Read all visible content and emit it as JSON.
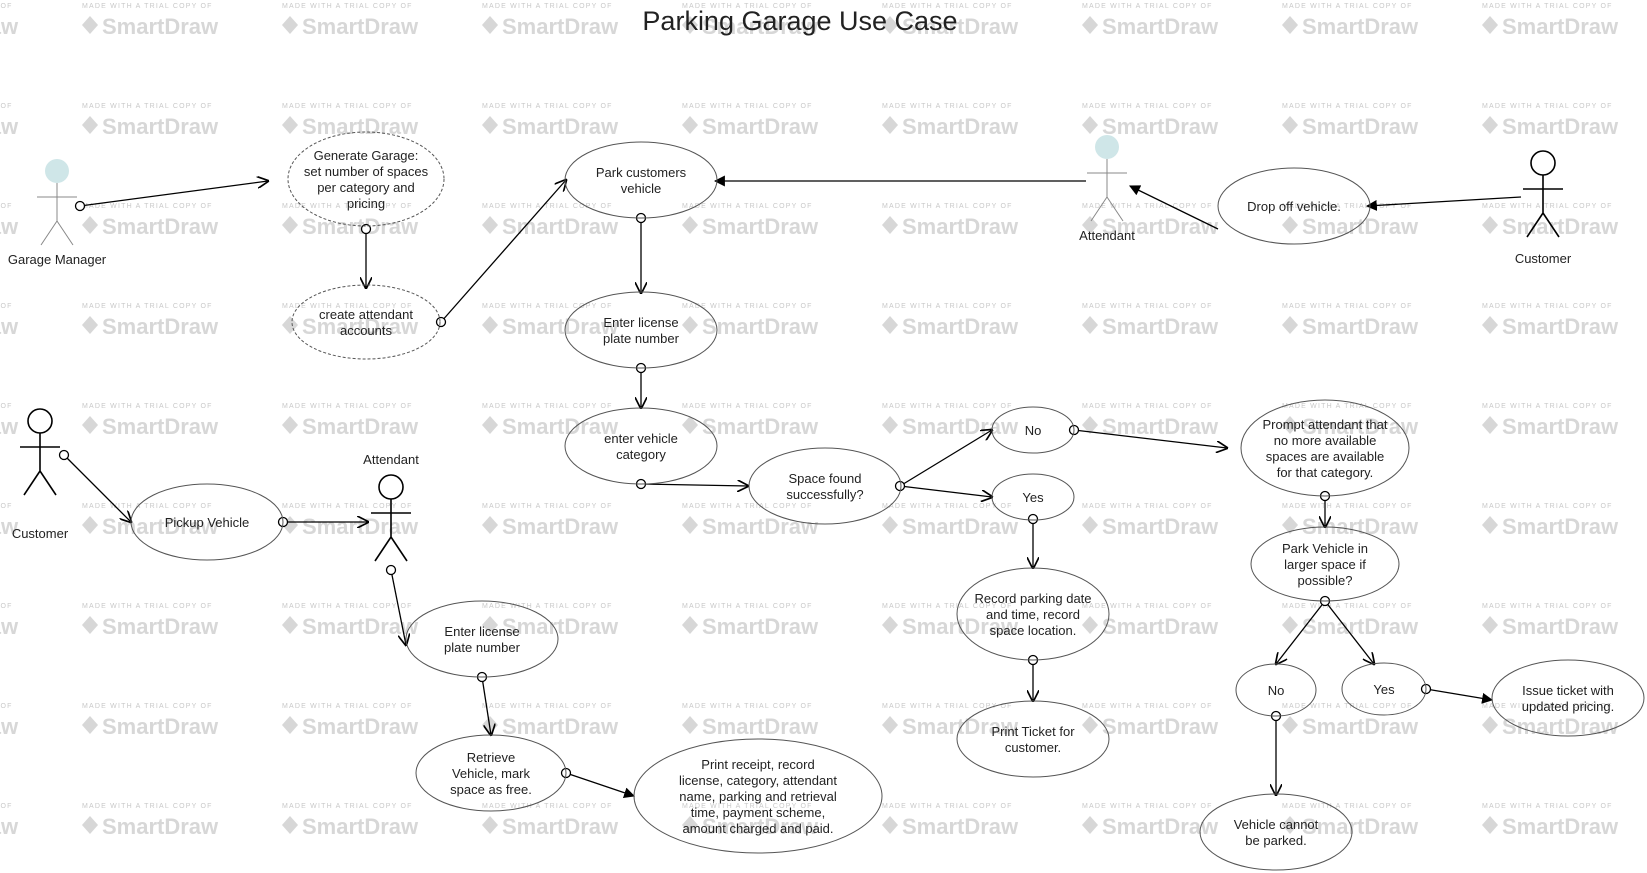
{
  "title": "Parking Garage Use Case",
  "watermark": {
    "line1": "MADE WITH A TRIAL COPY OF",
    "line2": "SmartDraw"
  },
  "actors": {
    "garage_manager": "Garage Manager",
    "attendant_top": "Attendant",
    "customer_top": "Customer",
    "customer_left": "Customer",
    "attendant_mid": "Attendant"
  },
  "use_cases": {
    "generate_garage": [
      "Generate Garage:",
      "set number of spaces",
      "per category and",
      "pricing"
    ],
    "create_accounts": [
      "create attendant",
      "accounts"
    ],
    "park_customers_vehicle": [
      "Park customers",
      "vehicle"
    ],
    "drop_off_vehicle": [
      "Drop off vehicle."
    ],
    "enter_plate_top": [
      "Enter license",
      "plate number"
    ],
    "enter_category": [
      "enter vehicle",
      "category"
    ],
    "space_found": [
      "Space found",
      "successfully?"
    ],
    "no_top": [
      "No"
    ],
    "yes_top": [
      "Yes"
    ],
    "prompt_attendant": [
      "Prompt attendant that",
      "no more available",
      "spaces are available",
      "for that category."
    ],
    "park_larger": [
      "Park Vehicle in",
      "larger space if",
      "possible?"
    ],
    "record_parking": [
      "Record parking date",
      "and time, record",
      "space location."
    ],
    "print_ticket": [
      "Print Ticket for",
      "customer."
    ],
    "no_bottom": [
      "No"
    ],
    "yes_bottom": [
      "Yes"
    ],
    "issue_ticket": [
      "Issue ticket with",
      "updated pricing."
    ],
    "cannot_park": [
      "Vehicle cannot",
      "be parked."
    ],
    "pickup_vehicle": [
      "Pickup Vehicle"
    ],
    "enter_plate_bottom": [
      "Enter license",
      "plate number"
    ],
    "retrieve_vehicle": [
      "Retrieve",
      "Vehicle, mark",
      "space as free."
    ],
    "print_receipt": [
      "Print receipt, record",
      "license, category, attendant",
      "name, parking and retrieval",
      "time, payment scheme,",
      "amount charged and paid."
    ]
  },
  "colors": {
    "line": "#000000",
    "ellipse_stroke": "#555555",
    "actor_head_accent": "#cfe6e8",
    "watermark": "#d0d0d0"
  }
}
